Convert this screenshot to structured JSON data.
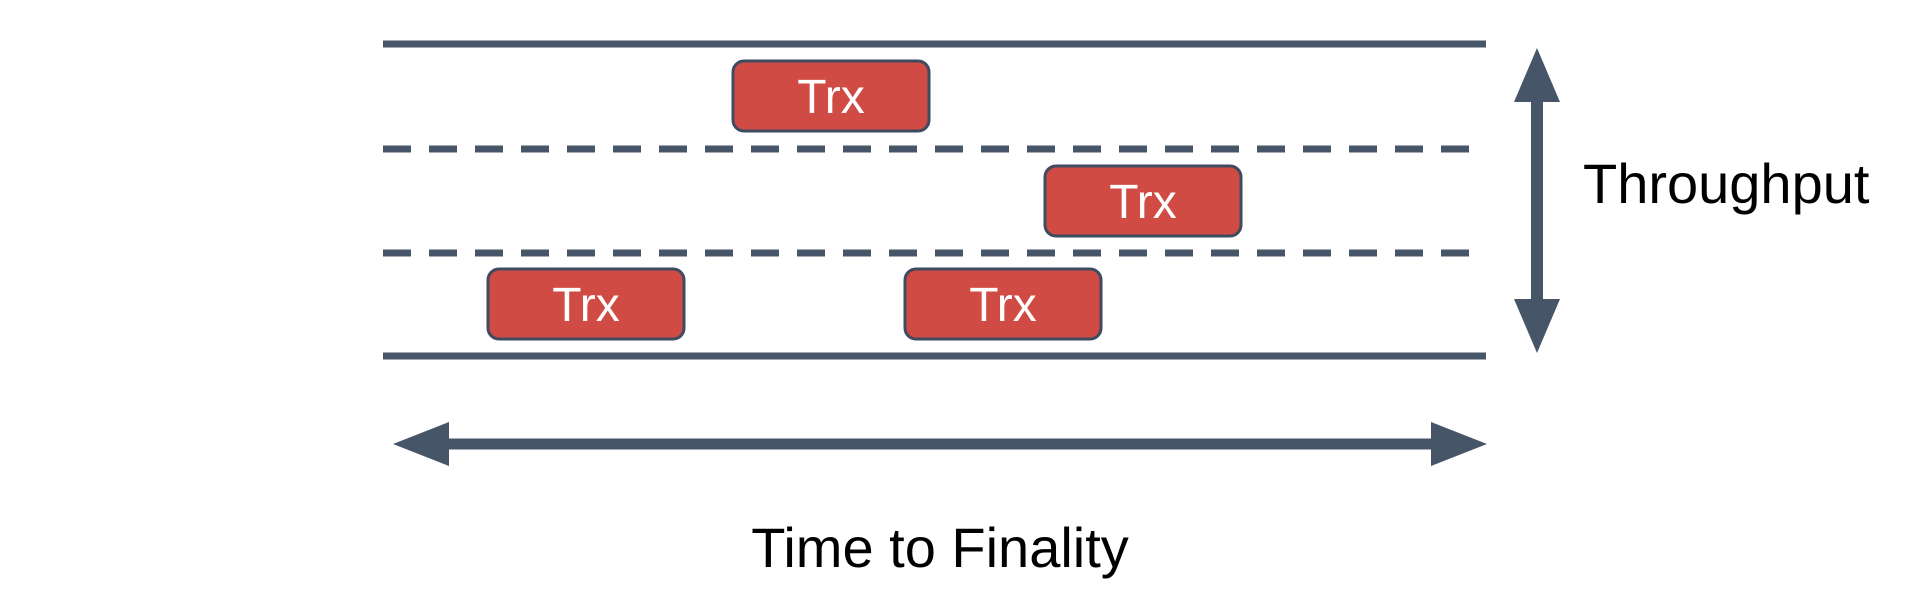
{
  "diagram": {
    "axes": {
      "vertical_label": "Throughput",
      "horizontal_label": "Time to Finality"
    },
    "lanes": {
      "count": 3,
      "boundary_line_styles": [
        "solid",
        "dashed",
        "dashed",
        "solid"
      ]
    },
    "transaction_boxes": [
      {
        "label": "Trx",
        "lane": "top"
      },
      {
        "label": "Trx",
        "lane": "middle"
      },
      {
        "label": "Trx",
        "lane": "bottom-left"
      },
      {
        "label": "Trx",
        "lane": "bottom-right"
      }
    ],
    "colors": {
      "background": "#FFFFFF",
      "line_color": "#475569",
      "box_fill": "#D04B43",
      "box_border": "#3F4B5F",
      "box_text": "#FFFFFF",
      "label_text": "#000000"
    }
  }
}
